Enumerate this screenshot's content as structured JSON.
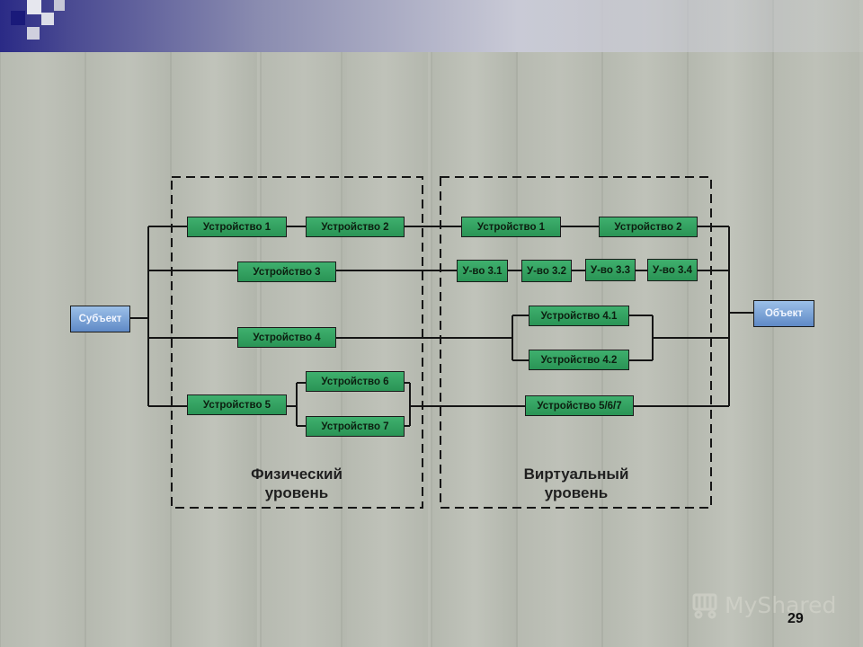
{
  "colors": {
    "node_green": "#33a462",
    "node_blue": "#7aa2d8",
    "line": "#151515",
    "background": "#b9bcb3"
  },
  "endpoints": {
    "subject": "Субъект",
    "object": "Объект"
  },
  "physical_level": {
    "label_line1": "Физический",
    "label_line2": "уровень",
    "devices": {
      "d1": "Устройство 1",
      "d2": "Устройство 2",
      "d3": "Устройство 3",
      "d4": "Устройство 4",
      "d5": "Устройство 5",
      "d6": "Устройство 6",
      "d7": "Устройство 7"
    }
  },
  "virtual_level": {
    "label_line1": "Виртуальный",
    "label_line2": "уровень",
    "devices": {
      "d1": "Устройство 1",
      "d2": "Устройство 2",
      "d31": "У-во 3.1",
      "d32": "У-во 3.2",
      "d33": "У-во 3.3",
      "d34": "У-во 3.4",
      "d41": "Устройство 4.1",
      "d42": "Устройство 4.2",
      "d567": "Устройство 5/6/7"
    }
  },
  "watermark": {
    "icon": "shopping-cart-icon",
    "text": "MyShared"
  },
  "page_number": "29"
}
